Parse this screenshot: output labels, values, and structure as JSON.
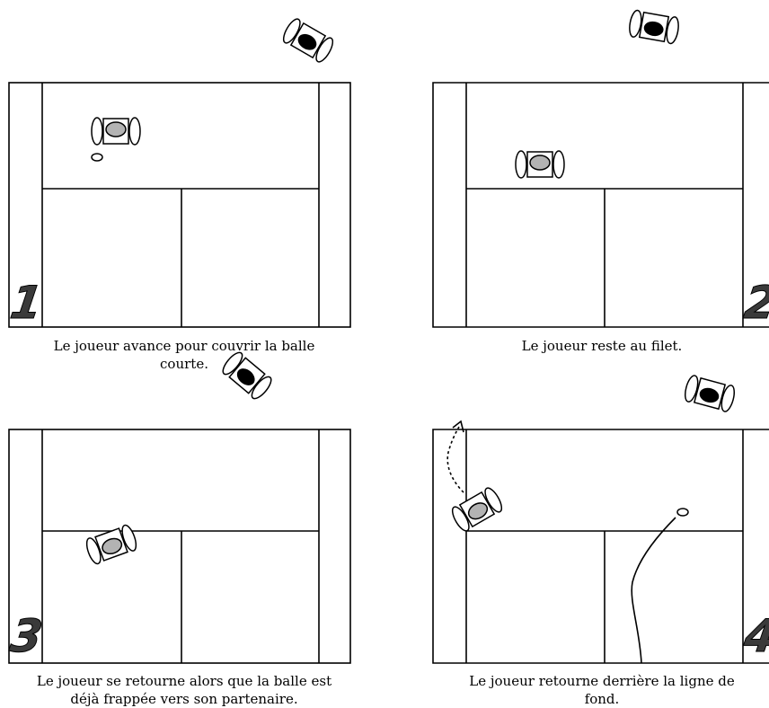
{
  "panels": [
    {
      "number": "1",
      "caption": "Le joueur avance pour couvrir la balle courte."
    },
    {
      "number": "2",
      "caption": "Le joueur reste au filet."
    },
    {
      "number": "3",
      "caption": "Le joueur se retourne alors que la balle est déjà frappée vers son partenaire."
    },
    {
      "number": "4",
      "caption": "Le joueur retourne derrière la ligne de fond."
    }
  ],
  "colors": {
    "line": "#000000",
    "head_light": "#b3b3b3",
    "head_dark": "#000000",
    "number_fill": "#3a3a3a"
  },
  "icons": [
    "player-top-view-icon",
    "partner-top-view-icon",
    "shuttlecock-icon",
    "movement-arrow-icon",
    "trajectory-curve-icon"
  ]
}
